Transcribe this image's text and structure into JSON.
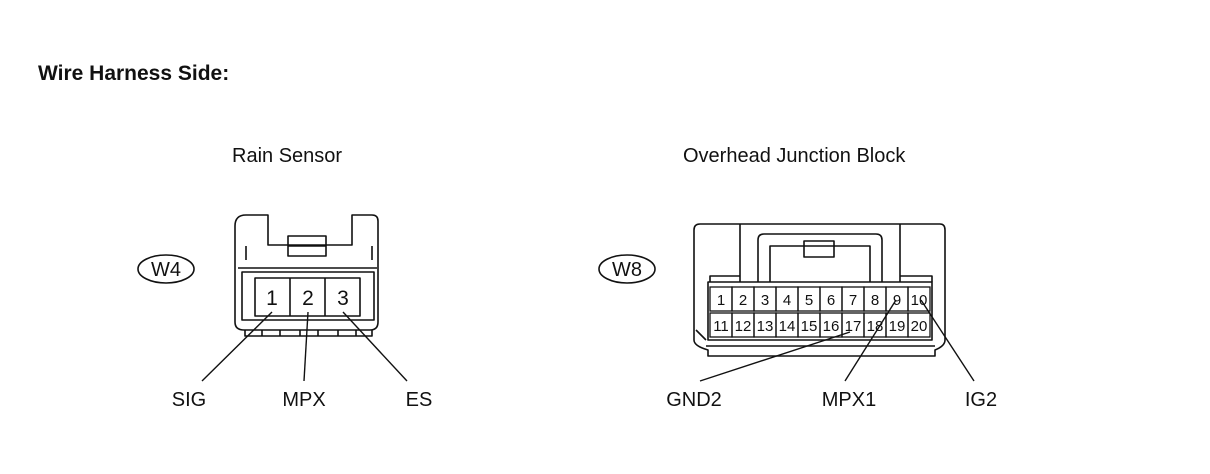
{
  "page": {
    "heading": "Wire Harness Side:"
  },
  "connector_w4": {
    "title": "Rain Sensor",
    "tag": "W4",
    "pins": [
      "1",
      "2",
      "3"
    ],
    "signals": [
      "SIG",
      "MPX",
      "ES"
    ]
  },
  "connector_w8": {
    "title": "Overhead Junction Block",
    "tag": "W8",
    "pins_top": [
      "1",
      "2",
      "3",
      "4",
      "5",
      "6",
      "7",
      "8",
      "9",
      "10"
    ],
    "pins_bottom": [
      "11",
      "12",
      "13",
      "14",
      "15",
      "16",
      "17",
      "18",
      "19",
      "20"
    ],
    "signals": [
      "GND2",
      "MPX1",
      "IG2"
    ]
  }
}
